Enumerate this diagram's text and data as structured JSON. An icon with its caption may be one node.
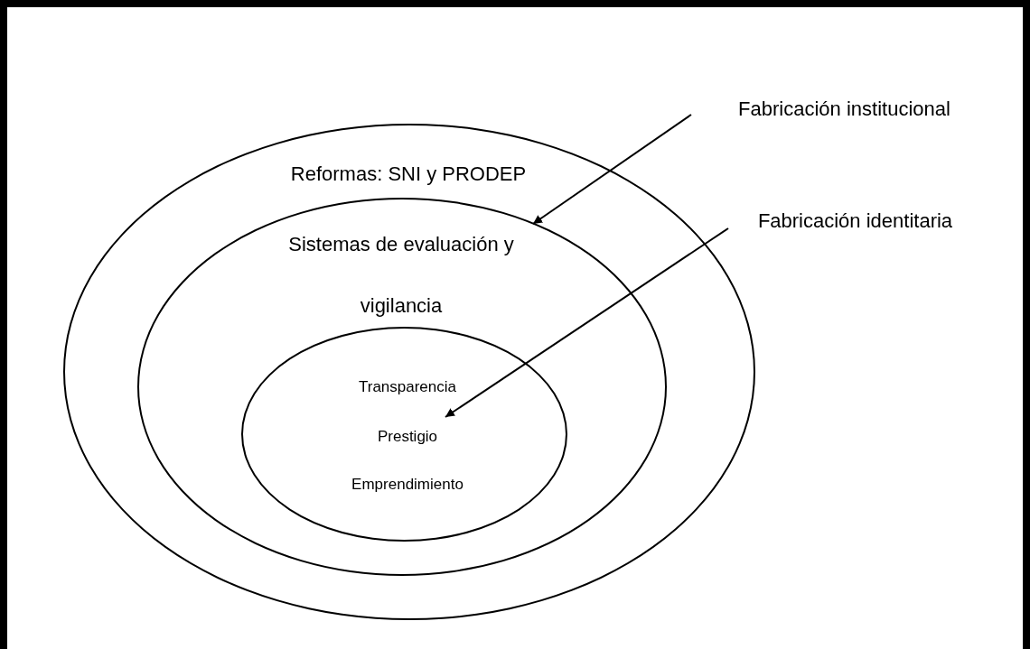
{
  "diagram": {
    "nodes": [
      {
        "text": [
          "Reformas: SNI y PRODEP"
        ]
      },
      {
        "text": [
          "Sistemas de evaluación y vigilancia"
        ],
        "in": 0
      },
      {
        "text": [
          "Transparencia",
          "Prestigio",
          "Emprendimiento"
        ],
        "in": 1
      },
      {
        "text": [
          "Fabricación institucional"
        ]
      },
      {
        "text": [
          "Fabricación identitaria"
        ]
      }
    ],
    "edges": [
      {
        "from": 3,
        "to": 1,
        "arrow": "to"
      },
      {
        "from": 4,
        "to": 2,
        "arrow": "to"
      }
    ]
  }
}
